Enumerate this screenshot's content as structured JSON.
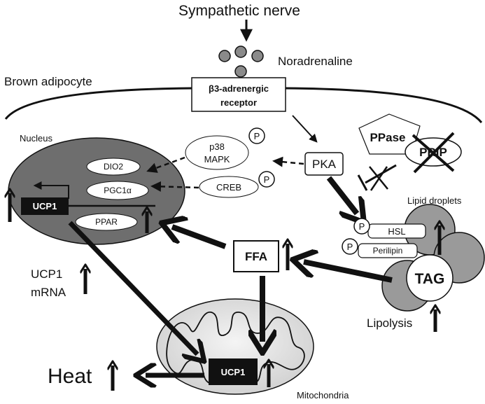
{
  "labels": {
    "sympathetic_nerve": "Sympathetic nerve",
    "noradrenaline": "Noradrenaline",
    "brown_adipocyte": "Brown adipocyte",
    "receptor_line1": "β3-adrenergic",
    "receptor_line2": "receptor",
    "nucleus": "Nucleus",
    "dio2": "DIO2",
    "pgc1a": "PGC1α",
    "ucp1_gene": "UCP1",
    "ppar": "PPAR",
    "p38_line1": "p38",
    "p38_line2": "MAPK",
    "creb": "CREB",
    "pka": "PKA",
    "ppase": "PPase",
    "prip": "PRIP",
    "phospho": "P",
    "lipid_droplets": "Lipid droplets",
    "hsl": "HSL",
    "perilipin": "Perilipin",
    "tag": "TAG",
    "ffa": "FFA",
    "lipolysis": "Lipolysis",
    "ucp1_mrna_line1": "UCP1",
    "ucp1_mrna_line2": "mRNA",
    "heat": "Heat",
    "ucp1_protein": "UCP1",
    "mitochondria": "Mitochondria"
  },
  "colors": {
    "nucleus_fill": "#6e6e6e",
    "droplet_fill": "#9a9a9a",
    "mito_fill": "#e4e4e4",
    "dot_fill": "#8a8a8a",
    "dark_box": "#111111"
  }
}
